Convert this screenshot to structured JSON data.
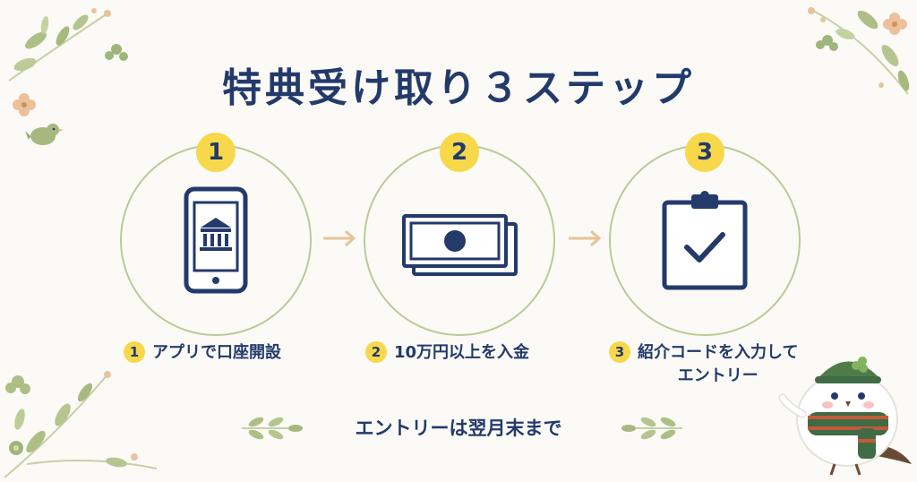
{
  "title": "特典受け取り３ステップ",
  "steps": [
    {
      "number": "1",
      "caption_number": "1",
      "caption_lines": [
        "アプリで口座開設"
      ]
    },
    {
      "number": "2",
      "caption_number": "2",
      "caption_lines": [
        "10万円以上を入金"
      ]
    },
    {
      "number": "3",
      "caption_number": "3",
      "caption_lines": [
        "紹介コードを入力して",
        "エントリー"
      ]
    }
  ],
  "note": "エントリーは翌月末まで",
  "icons": {
    "step1": "smartphone-bank-icon",
    "step2": "banknote-icon",
    "step3": "clipboard-check-icon",
    "arrow": "arrow-right-icon"
  },
  "colors": {
    "navy": "#233a6b",
    "badge_yellow": "#f7d84a",
    "circle_green": "#b9cb96",
    "arrow_tan": "#e6c39a",
    "background": "#fbfaf6"
  }
}
